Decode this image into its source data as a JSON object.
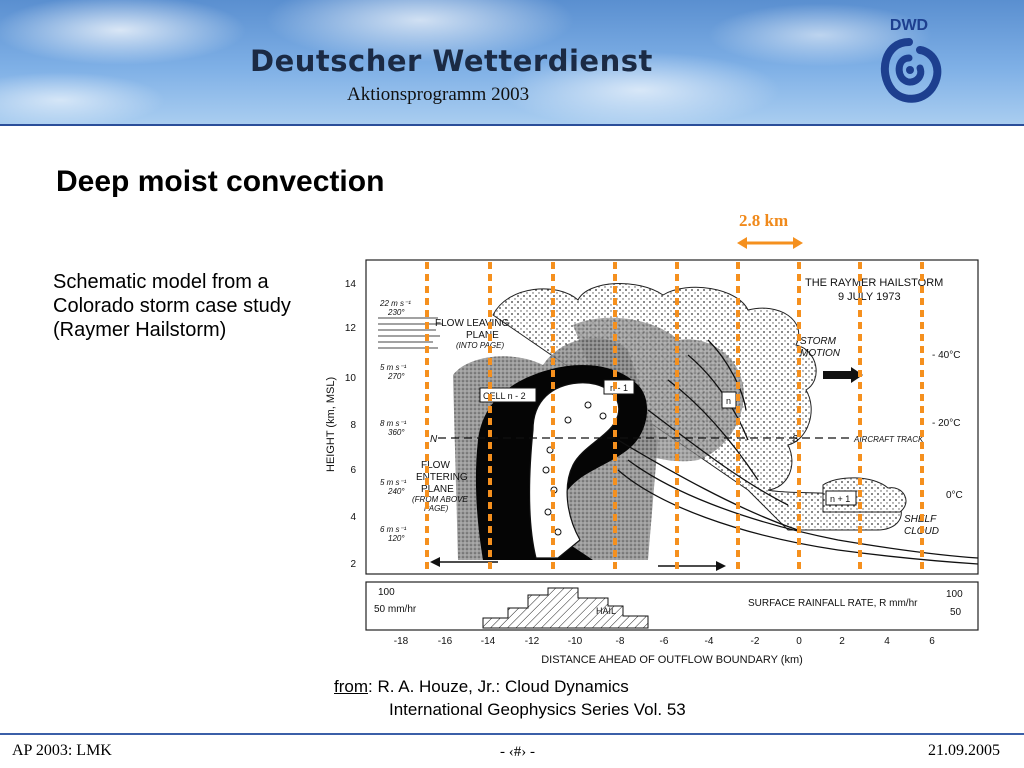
{
  "header": {
    "brand": "Deutscher Wetterdienst",
    "subtitle": "Aktionsprogramm 2003",
    "logo_text": "DWD",
    "logo_icon": "dwd-swirl-icon"
  },
  "slide": {
    "title": "Deep moist convection",
    "description": "Schematic model from a Colorado storm case study (Raymer Hailstorm)",
    "scale_label": "2.8 km",
    "citation_from": "from",
    "citation_line1": ": R. A. Houze, Jr.: Cloud Dynamics",
    "citation_line2": "International Geophysics Series Vol. 53"
  },
  "figure": {
    "title_line1": "THE RAYMER HAILSTORM",
    "title_line2": "9 JULY 1973",
    "y_axis_label": "HEIGHT  (km, MSL)",
    "y_ticks": [
      "14",
      "12",
      "10",
      "8",
      "6",
      "4",
      "2"
    ],
    "temps": [
      "- 40°C",
      "- 20°C",
      "0°C"
    ],
    "wind_labels": [
      {
        "speed": "22 m s⁻¹",
        "dir": "230°"
      },
      {
        "speed": "5 m s⁻¹",
        "dir": "270°"
      },
      {
        "speed": "8 m s⁻¹",
        "dir": "360°"
      },
      {
        "speed": "5 m s⁻¹",
        "dir": "240°"
      },
      {
        "speed": "6 m s⁻¹",
        "dir": "120°"
      }
    ],
    "annotations": {
      "flow_leaving": "FLOW LEAVING",
      "plane": "PLANE",
      "into_page": "(INTO PAGE)",
      "storm": "STORM",
      "motion": "MOTION",
      "cell_n2": "CELL n - 2",
      "n1": "n - 1",
      "n": "n",
      "np1": "n + 1",
      "aircraft": "AIRCRAFT TRACK",
      "n_marker": "N",
      "s_marker": "S",
      "flow_entering": "FLOW",
      "entering": "ENTERING",
      "plane2": "PLANE",
      "from_above": "(FROM ABOVE",
      "page": "PAGE)",
      "shelf": "SHELF",
      "cloud": "CLOUD",
      "hail": "HAIL"
    },
    "rain_left_100": "100",
    "rain_left_50": "50 mm/hr",
    "rain_right_100": "100",
    "rain_right_50": "50",
    "rain_label": "SURFACE RAINFALL RATE, R mm/hr",
    "x_ticks": [
      "-18",
      "-16",
      "-14",
      "-12",
      "-10",
      "-8",
      "-6",
      "-4",
      "-2",
      "0",
      "2",
      "4",
      "6"
    ],
    "x_axis_label": "DISTANCE AHEAD OF OUTFLOW BOUNDARY (km)",
    "guide_color": "#f5901e"
  },
  "footer": {
    "left": "AP 2003: LMK",
    "middle": "- ‹#› -",
    "right": "21.09.2005"
  }
}
